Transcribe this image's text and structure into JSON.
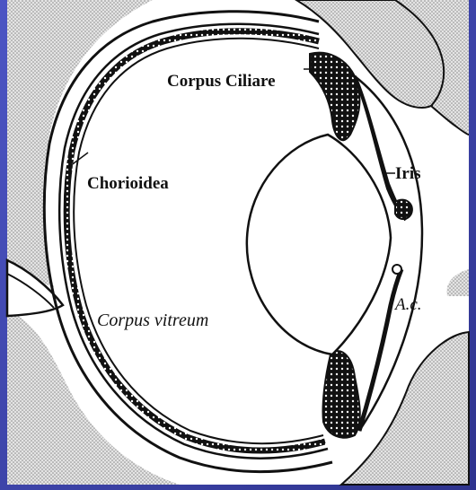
{
  "diagram": {
    "labels": {
      "corpus_ciliare": "Corpus Ciliare",
      "chorioidea": "Chorioidea",
      "iris": "Iris",
      "corpus_vitreum": "Corpus vitreum",
      "ac": "A.c."
    },
    "colors": {
      "background_frame": "#3a3fa8",
      "paper": "#ffffff",
      "ink": "#111111",
      "stipple": "#9a9a9a"
    }
  }
}
